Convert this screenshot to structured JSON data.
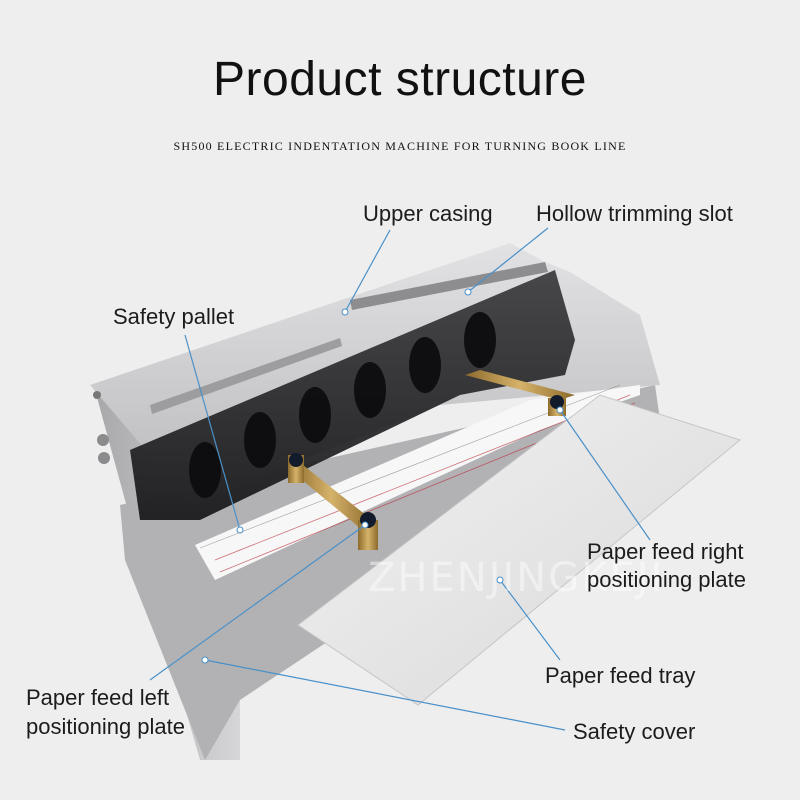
{
  "heading": {
    "title": "Product structure",
    "subtitle": "SH500 ELECTRIC INDENTATION MACHINE FOR TURNING BOOK LINE"
  },
  "labels": {
    "upper_casing": "Upper casing",
    "hollow_trimming_slot": "Hollow trimming slot",
    "safety_pallet": "Safety pallet",
    "paper_feed_right_line1": "Paper feed right",
    "paper_feed_right_line2": "positioning plate",
    "paper_feed_tray": "Paper feed tray",
    "paper_feed_left_line1": "Paper feed left",
    "paper_feed_left_line2": "positioning plate",
    "safety_cover": "Safety cover"
  },
  "watermark": "ZHENJINGKEJI",
  "colors": {
    "background": "#eeeeee",
    "leader_line": "#4a90c8",
    "body_metal": "#c9c9cb",
    "brass": "#b8914a"
  }
}
